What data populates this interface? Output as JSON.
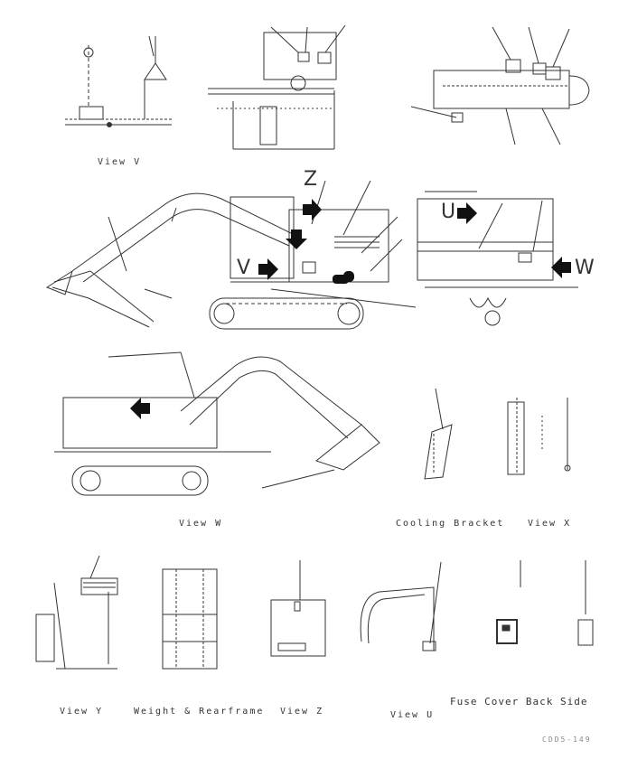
{
  "labels": {
    "view_v": "View V",
    "view_w": "View W",
    "cooling_bracket": "Cooling Bracket",
    "view_x": "View X",
    "view_y": "View Y",
    "weight_rearframe": "Weight & Rearframe",
    "view_z": "View Z",
    "view_u": "View U",
    "fuse_cover": "Fuse Cover Back Side"
  },
  "view_letters": {
    "z": "Z",
    "u": "U",
    "w": "W",
    "v": "V"
  },
  "figure_id": "CDD5-149",
  "colors": {
    "line": "#333333",
    "arrow": "#111111"
  }
}
